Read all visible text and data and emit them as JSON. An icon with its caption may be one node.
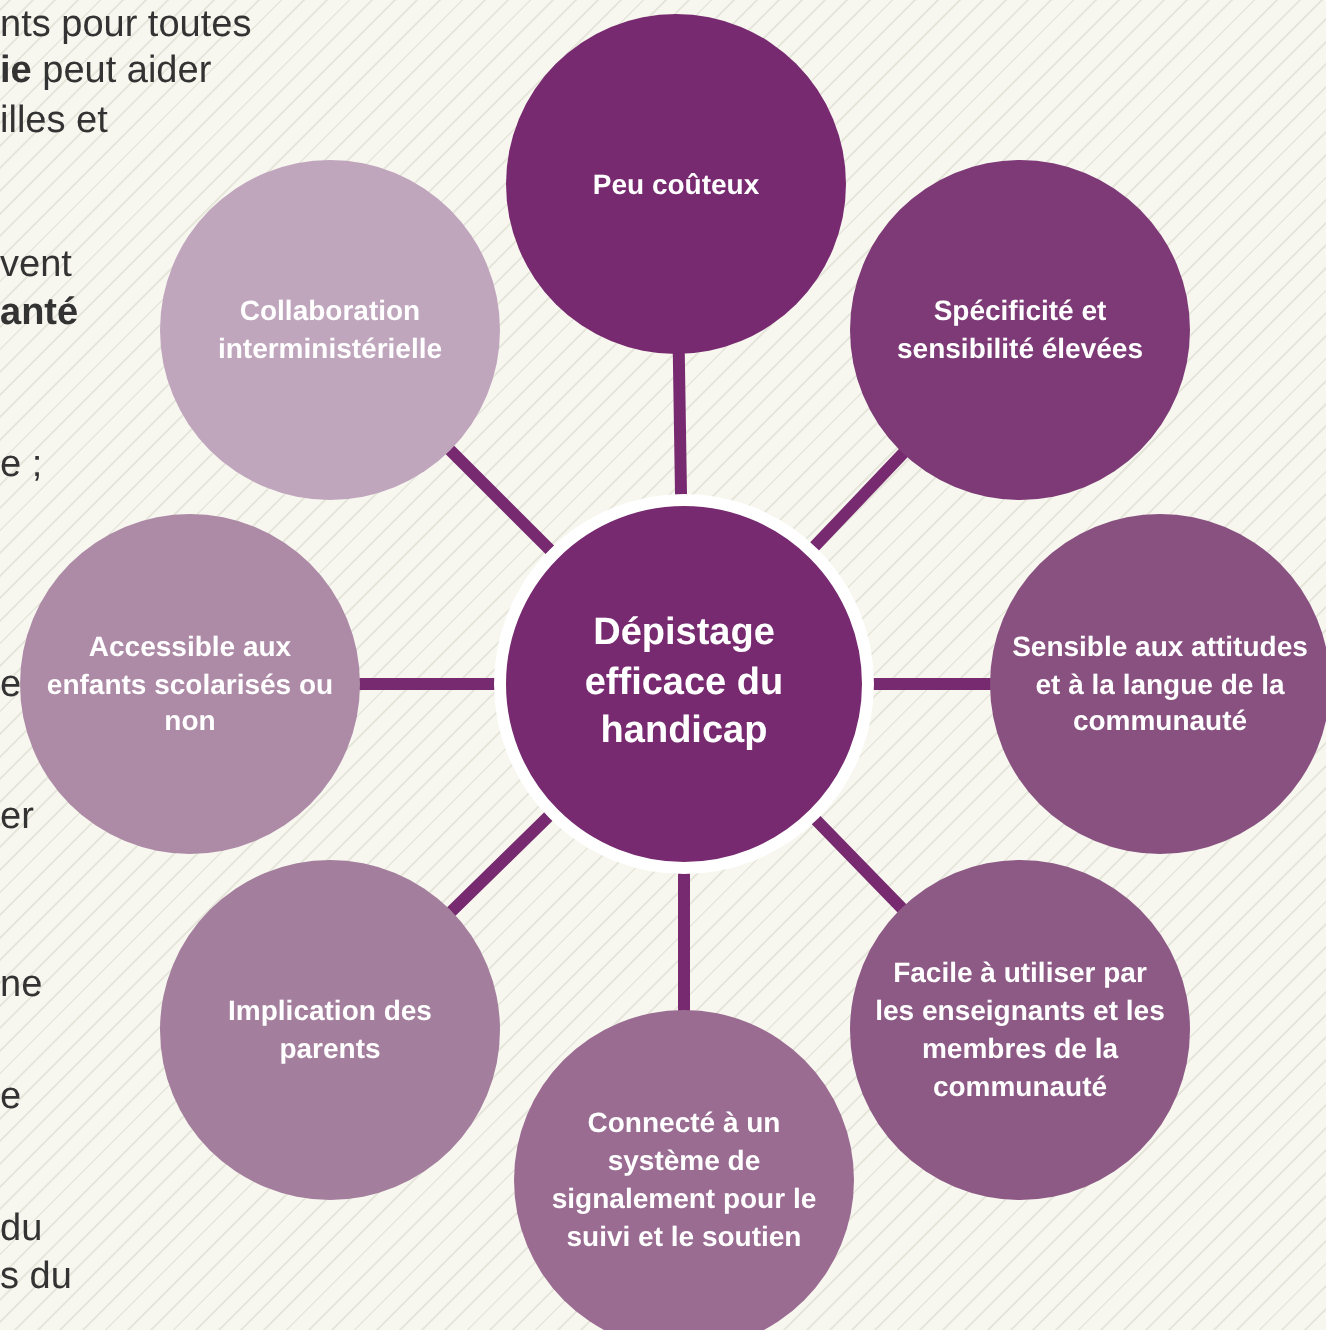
{
  "diagram": {
    "nodes": [
      {
        "text": [
          "Dépistage efficace du handicap"
        ]
      },
      {
        "text": [
          "Peu coûteux"
        ]
      },
      {
        "text": [
          "Spécificité et sensibilité élevées"
        ]
      },
      {
        "text": [
          "Sensible aux attitudes et à la langue de la communauté"
        ]
      },
      {
        "text": [
          "Facile à utiliser par les enseignants et les membres de la communauté"
        ]
      },
      {
        "text": [
          "Connecté à un système de signalement pour le suivi et le soutien"
        ]
      },
      {
        "text": [
          "Implication des parents"
        ]
      },
      {
        "text": [
          "Accessible aux enfants scolarisés ou non"
        ]
      },
      {
        "text": [
          "Collaboration interministérielle"
        ]
      }
    ],
    "edges": [
      {
        "from": 0,
        "to": 1,
        "arrow": "none"
      },
      {
        "from": 0,
        "to": 2,
        "arrow": "none"
      },
      {
        "from": 0,
        "to": 3,
        "arrow": "none"
      },
      {
        "from": 0,
        "to": 4,
        "arrow": "none"
      },
      {
        "from": 0,
        "to": 5,
        "arrow": "none"
      },
      {
        "from": 0,
        "to": 6,
        "arrow": "none"
      },
      {
        "from": 0,
        "to": 7,
        "arrow": "none"
      },
      {
        "from": 0,
        "to": 8,
        "arrow": "none"
      }
    ],
    "labels": [
      "nts pour toutes",
      "**ie** peut aider",
      "illes et",
      "vent",
      "anté",
      "e ;",
      "e",
      "er",
      "ne",
      "e",
      "du",
      "s du"
    ]
  }
}
